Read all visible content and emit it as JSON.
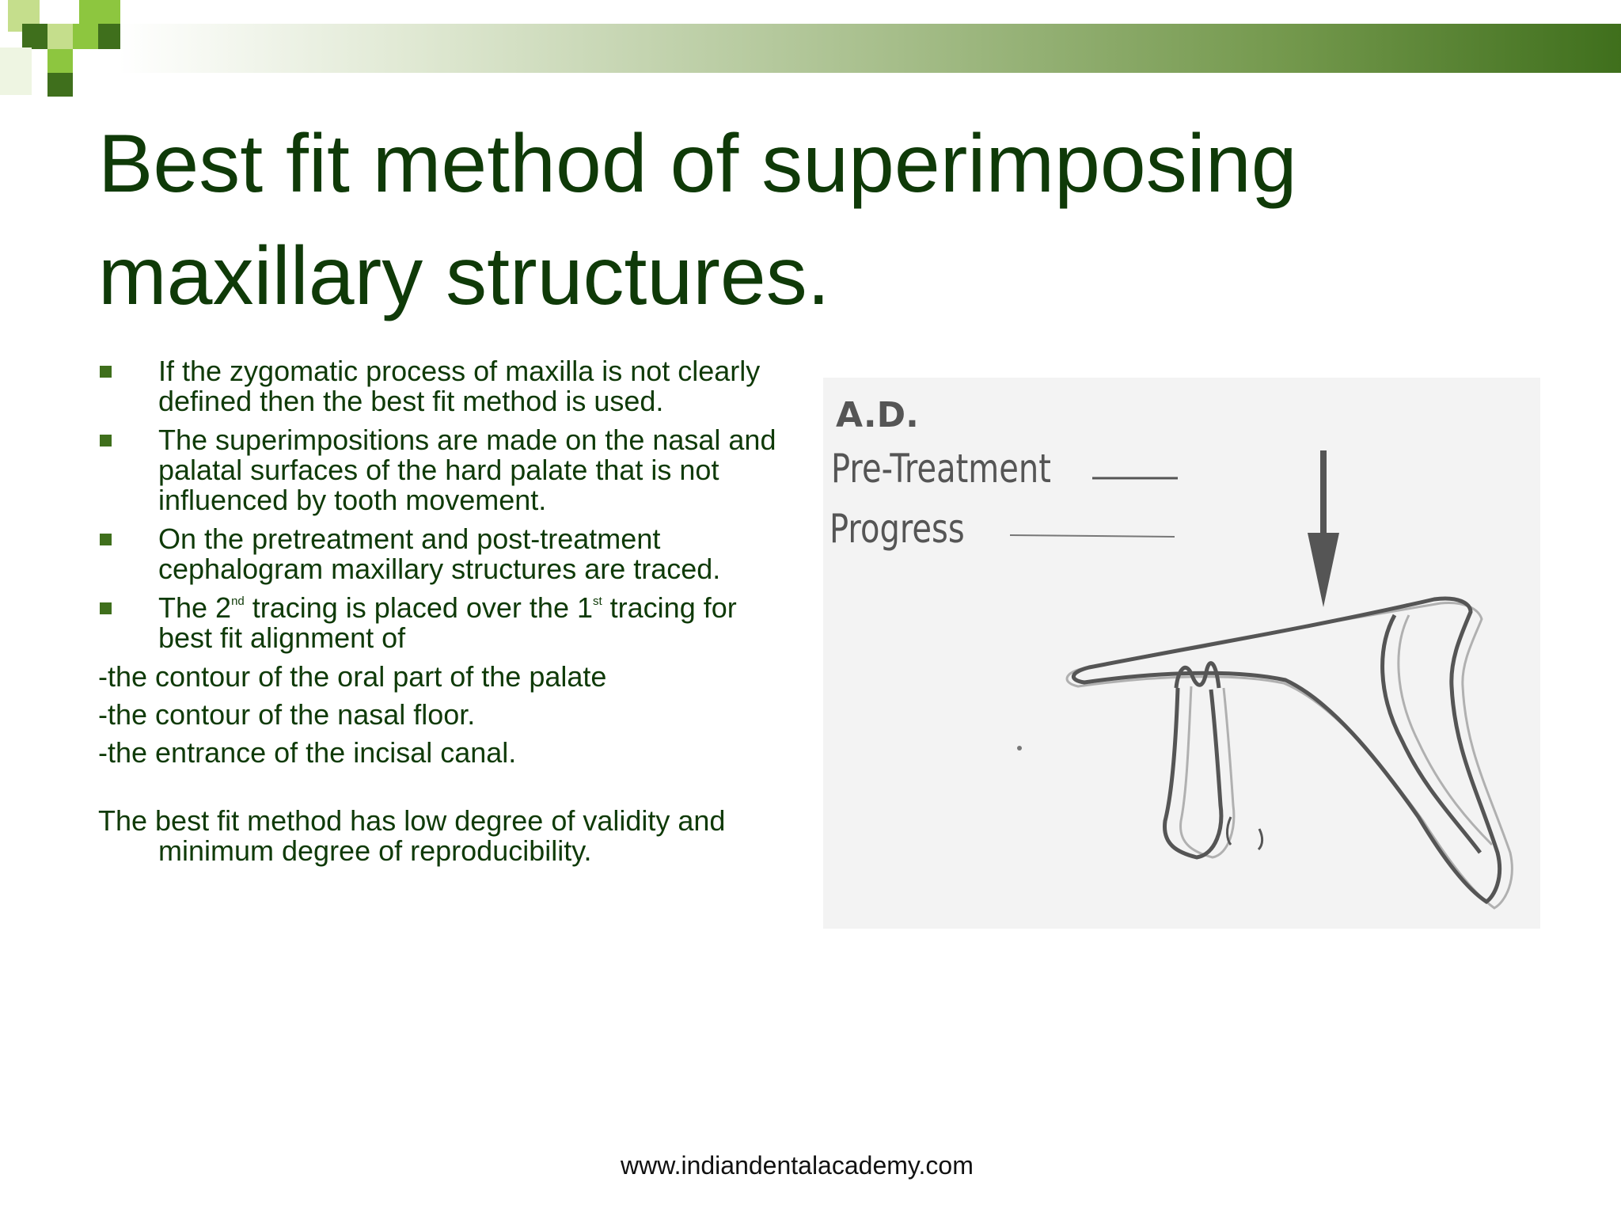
{
  "slide": {
    "title_line1": "Best fit method of superimposing",
    "title_line2": "maxillary structures.",
    "bullets": [
      {
        "text": "If the zygomatic process of maxilla is not clearly defined then the best fit method is used."
      },
      {
        "text": "The superimpositions are made on the nasal and palatal surfaces of the hard palate that is not influenced by tooth movement."
      },
      {
        "text": "On the pretreatment and post-treatment cephalogram maxillary structures are traced."
      },
      {
        "part1": "The 2",
        "sup1": "nd",
        "part2": " tracing is placed over the 1",
        "sup2": "st",
        "part3": " tracing for best fit alignment of"
      }
    ],
    "sub_items": [
      "-the contour of the oral part of the palate",
      "-the contour of the nasal floor.",
      "-the entrance of the incisal canal."
    ],
    "note": "The best fit method has low degree of validity and minimum degree of reproducibility."
  },
  "figure": {
    "label_patient": "A.D.",
    "label_pretreatment": "Pre-Treatment",
    "label_progress": "Progress"
  },
  "footer": {
    "url": "www.indiandentalacademy.com"
  },
  "colors": {
    "title": "#0f3a08",
    "accent_green": "#3f6f1c",
    "light_green": "#8dc63f"
  }
}
